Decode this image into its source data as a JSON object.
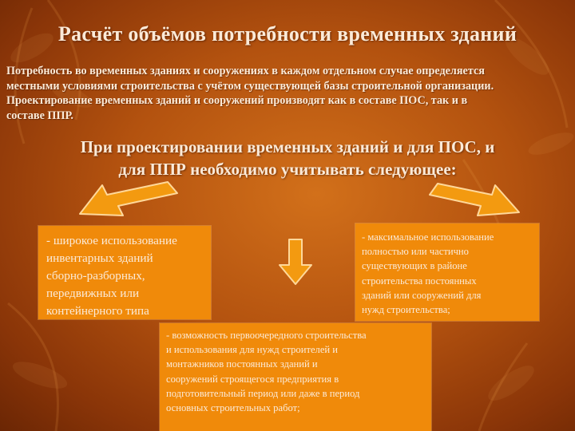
{
  "title": "Расчёт объёмов потребности временных зданий",
  "intro": {
    "line1": "Потребность во временных зданиях и сооружениях в каждом отдельном случае определяется",
    "line2": "местными условиями строительства с учётом существующей базы строительной организации.",
    "line3": "Проектирование временных зданий и сооружений производят как в составе ПОС, так и в",
    "line4": "составе ППР."
  },
  "subheading": {
    "line1": "При проектировании временных зданий и для ПОС, и",
    "line2": "для ППР необходимо учитывать следующее:"
  },
  "boxes": {
    "left": {
      "line1": "- широкое использование",
      "line2": "инвентарных зданий",
      "line3": "сборно-разборных,",
      "line4": "передвижных или",
      "line5": "контейнерного типа"
    },
    "right": {
      "line1": "- максимальное использование",
      "line2": "полностью или частично",
      "line3": "существующих в районе",
      "line4": "строительства постоянных",
      "line5": "зданий или сооружений для",
      "line6": "нужд строительства;"
    },
    "bottom": {
      "line1": "- возможность первоочередного строительства",
      "line2": "и использования для нужд строителей и",
      "line3": "монтажников постоянных зданий и",
      "line4": "сооружений строящегося предприятия в",
      "line5": "подготовительный период или даже в период",
      "line6": "основных строительных работ;"
    }
  },
  "colors": {
    "background": "#b3520f",
    "box_fill": "#f08a0a",
    "arrow_fill": "#f39a10",
    "text": "#fbead8"
  }
}
